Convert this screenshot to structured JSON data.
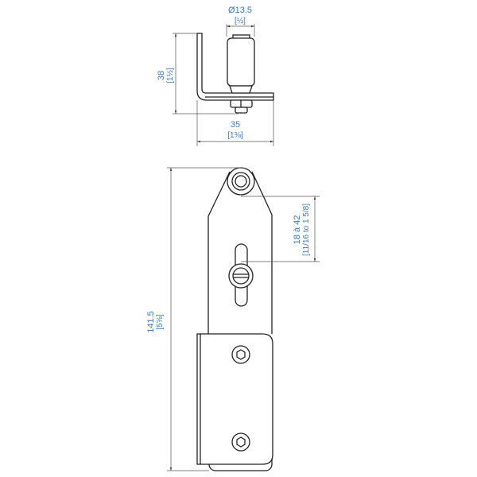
{
  "top_view": {
    "diameter_label": "Ø13.5",
    "diameter_inch": "[½]",
    "height_label": "38",
    "height_inch": "[1½]",
    "width_label": "35",
    "width_inch": "[1⅜]"
  },
  "front_view": {
    "length_label": "141.5",
    "length_inch": "[5⅝]",
    "adjust_label": "18 à 42",
    "adjust_inch": "[11/16 to 1 5/8]"
  },
  "colors": {
    "dimension_text": "#3b78b3",
    "outline": "#222222"
  }
}
